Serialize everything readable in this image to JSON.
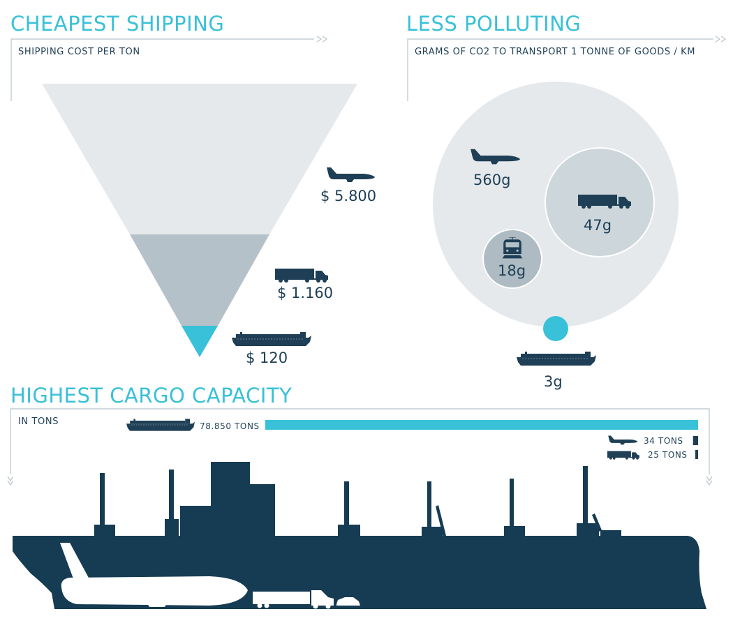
{
  "colors": {
    "accent": "#38c1d8",
    "dark": "#1e3f55",
    "silhouette": "#163c53",
    "light": "#e6e9ec",
    "mid": "#b5c1c8",
    "circle_mid": "#cdd6db",
    "circle_dark": "#aebbc3",
    "bracket": "#b8c4cb"
  },
  "icons": {
    "plane": "plane-icon",
    "truck": "truck-icon",
    "ship": "container-ship-icon",
    "train": "train-icon"
  },
  "sections": {
    "cost": {
      "title": "CHEAPEST SHIPPING",
      "subtitle": "SHIPPING COST PER TON"
    },
    "pollution": {
      "title": "LESS POLLUTING",
      "subtitle": "GRAMS OF CO2 TO TRANSPORT 1 TONNE OF GOODS / KM"
    },
    "capacity": {
      "title": "HIGHEST CARGO CAPACITY",
      "subtitle": "IN TONS"
    }
  },
  "chart_data": [
    {
      "type": "bar",
      "title": "CHEAPEST SHIPPING",
      "subtitle": "SHIPPING COST PER TON",
      "categories": [
        "plane",
        "truck",
        "ship"
      ],
      "values": [
        5800,
        1160,
        120
      ],
      "labels": [
        "$ 5.800",
        "$ 1.160",
        "$ 120"
      ]
    },
    {
      "type": "scatter",
      "title": "LESS POLLUTING",
      "subtitle": "GRAMS OF CO2 TO TRANSPORT 1 TONNE OF GOODS / KM",
      "categories": [
        "plane",
        "truck",
        "train",
        "ship"
      ],
      "values": [
        560,
        47,
        18,
        3
      ],
      "labels": [
        "560g",
        "47g",
        "18g",
        "3g"
      ]
    },
    {
      "type": "bar",
      "title": "HIGHEST CARGO CAPACITY",
      "subtitle": "IN TONS",
      "categories": [
        "ship",
        "plane",
        "truck"
      ],
      "values": [
        78850,
        34,
        25
      ],
      "labels": [
        "78.850 TONS",
        "34 TONS",
        "25 TONS"
      ]
    }
  ]
}
